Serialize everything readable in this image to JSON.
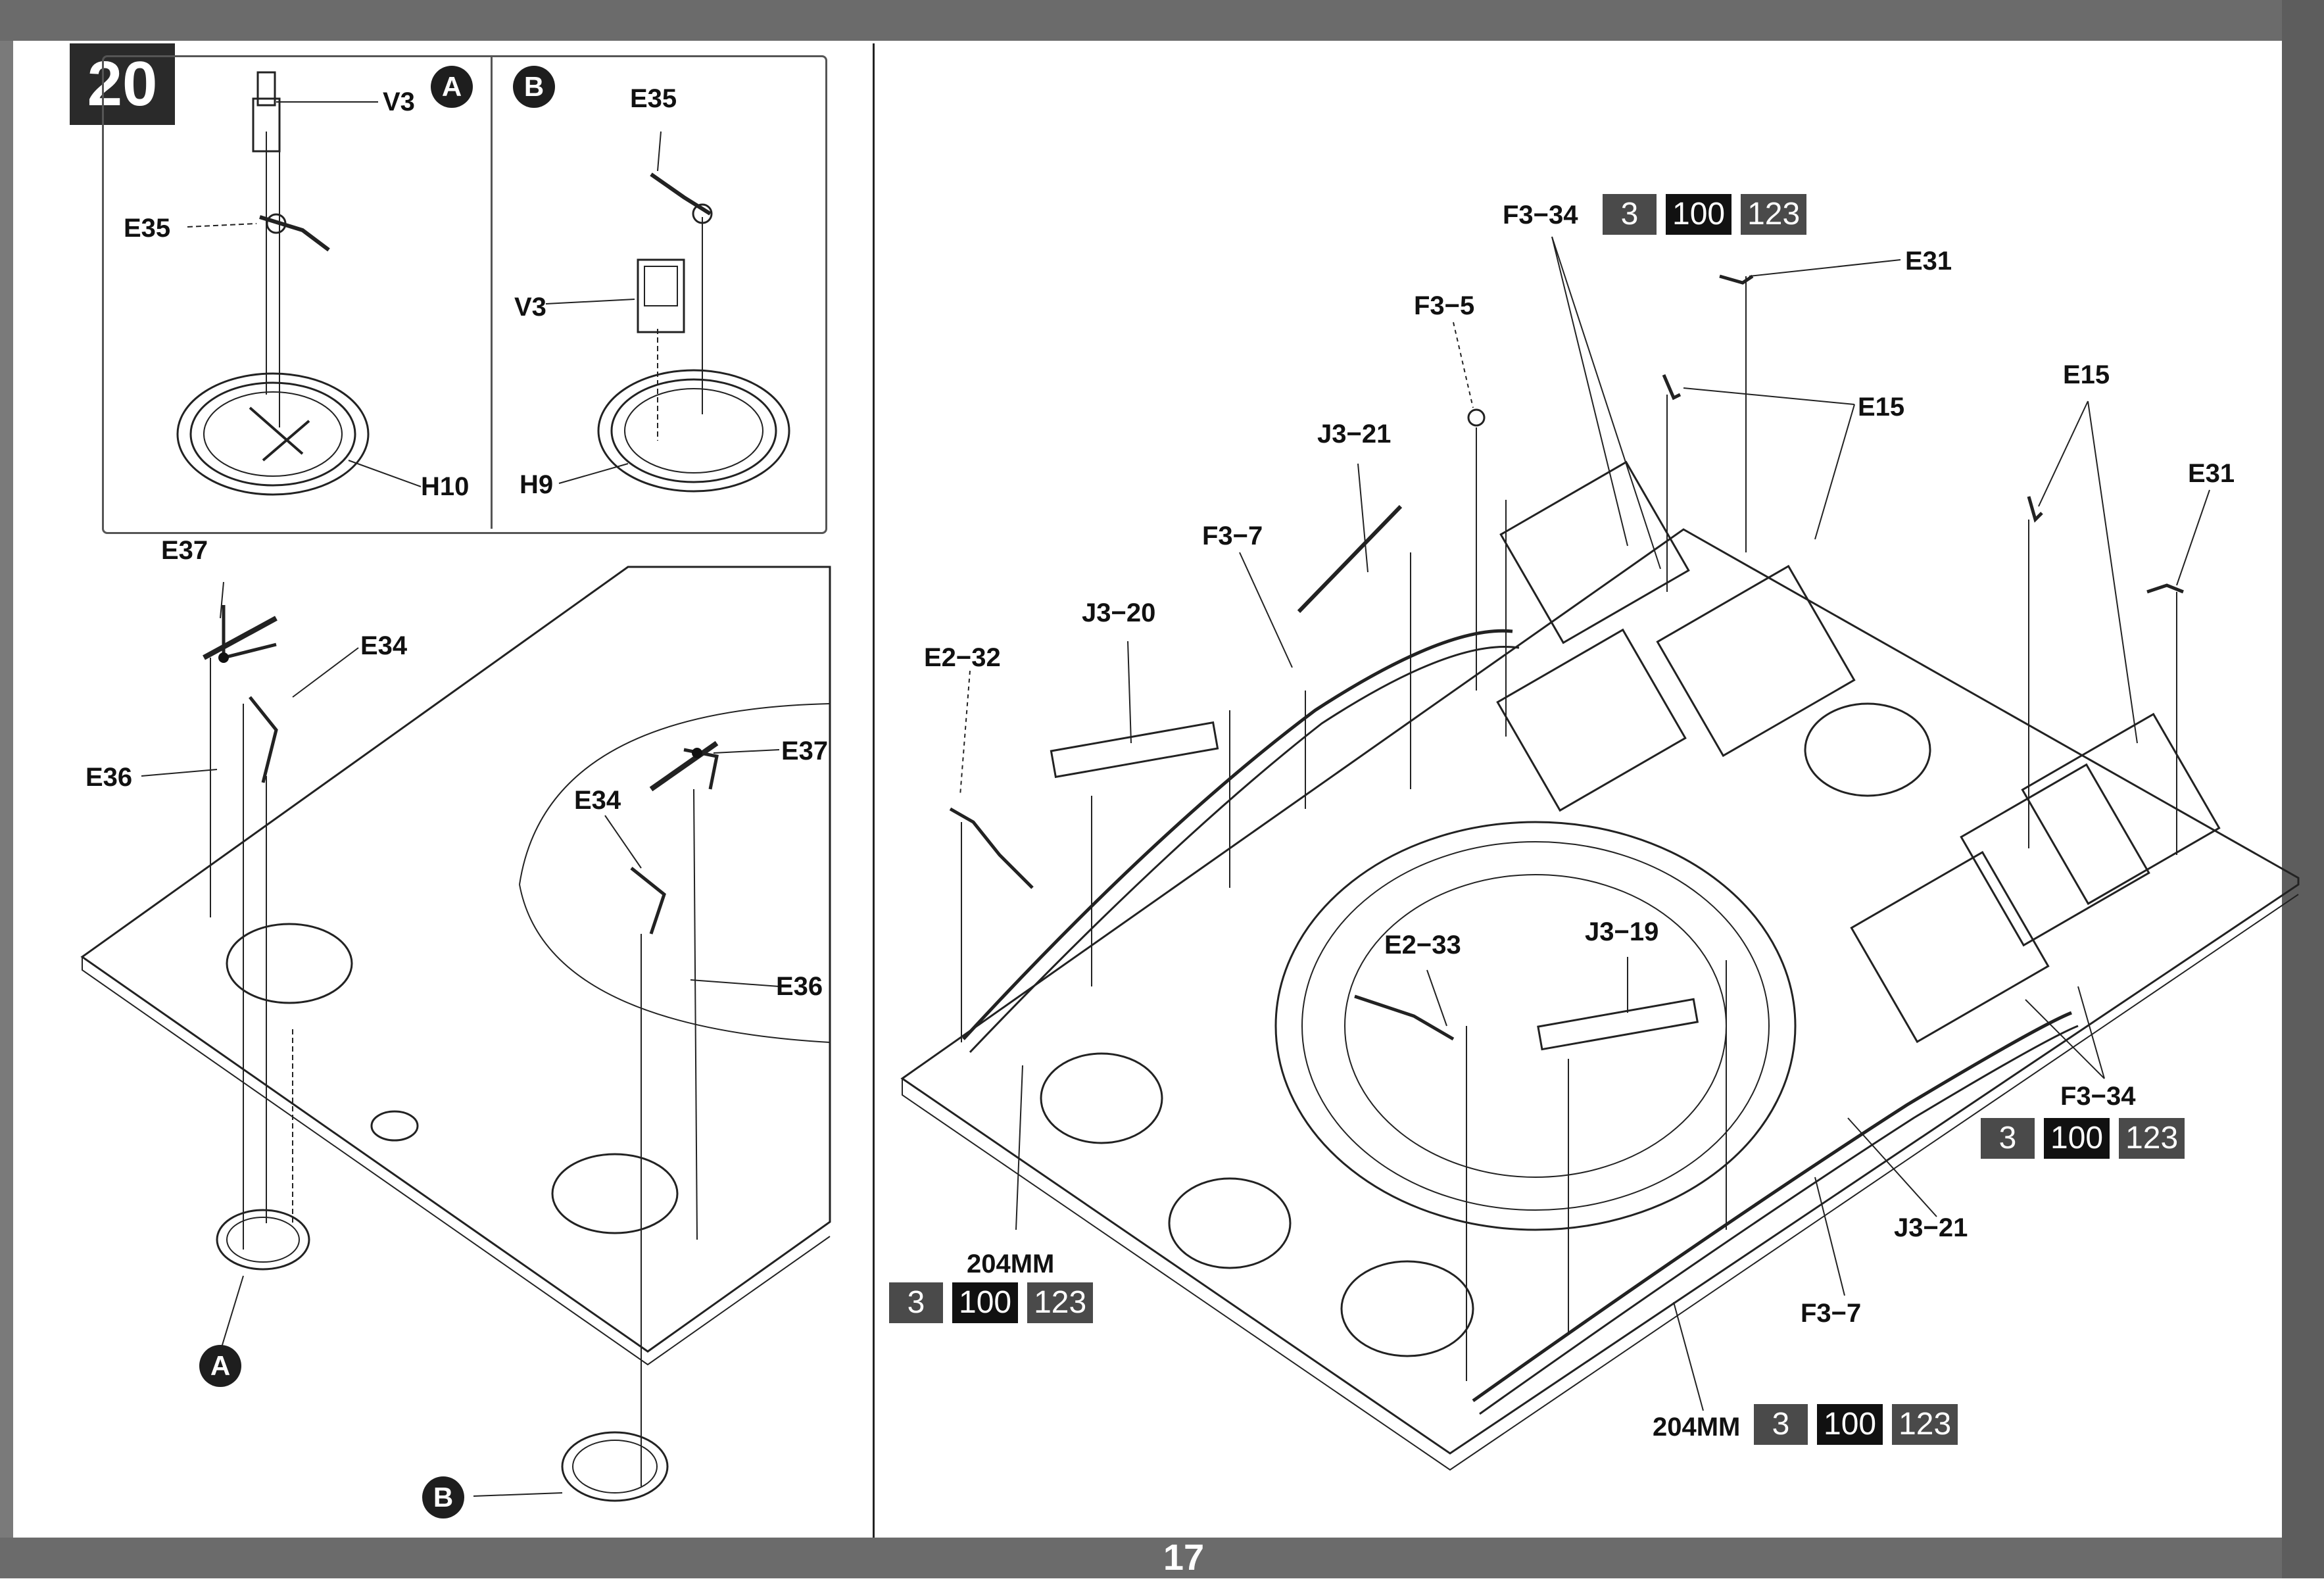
{
  "step_number": "20",
  "page_number": "17",
  "inset": {
    "marker_a": "A",
    "marker_b": "B",
    "a_labels": {
      "v3": "V3",
      "e35": "E35",
      "h10": "H10"
    },
    "b_labels": {
      "e35": "E35",
      "v3": "V3",
      "h9": "H9"
    }
  },
  "left_main": {
    "e37_a": "E37",
    "e34_a": "E34",
    "e36_a": "E36",
    "e37_b": "E37",
    "e34_b": "E34",
    "e36_b": "E36",
    "marker_a": "A",
    "marker_b": "B"
  },
  "right": {
    "f3_34_top": "F3−34",
    "e31_top": "E31",
    "f3_5": "F3−5",
    "e15_left": "E15",
    "e15_right": "E15",
    "e31_right": "E31",
    "j3_21_top": "J3−21",
    "f3_7_top": "F3−7",
    "j3_20": "J3−20",
    "e2_32": "E2−32",
    "e2_33": "E2−33",
    "j3_19": "J3−19",
    "f3_34_bottom": "F3−34",
    "j3_21_bottom": "J3−21",
    "f3_7_bottom": "F3−7",
    "mm_left": "204MM",
    "mm_bottom": "204MM"
  },
  "color_codes": [
    "3",
    "100",
    "123"
  ]
}
